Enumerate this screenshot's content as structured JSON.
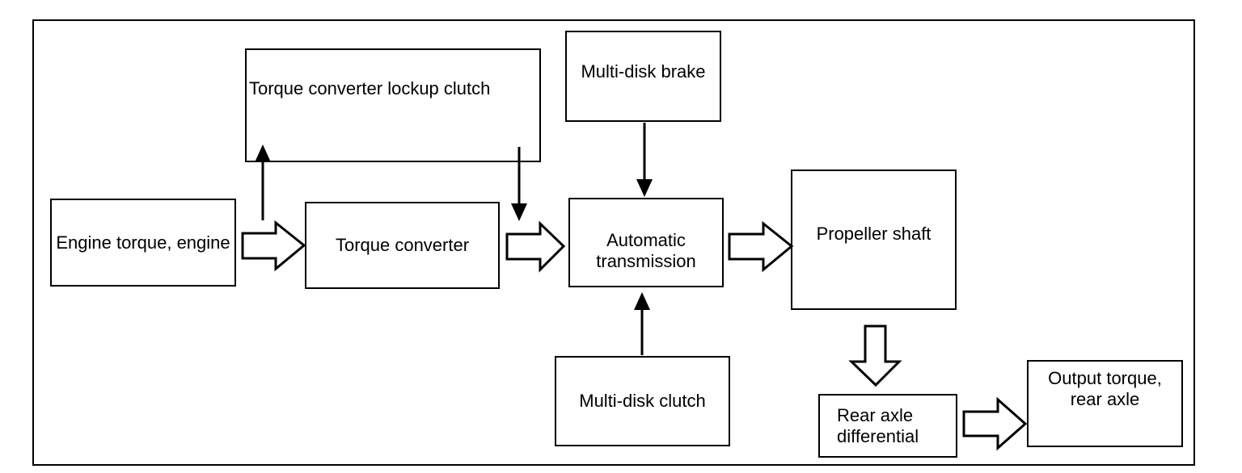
{
  "diagram": {
    "title": "Automatic transmission drivetrain torque-flow block diagram",
    "colors": {
      "stroke": "#000000",
      "background": "#ffffff",
      "text": "#000000"
    },
    "nodes": {
      "engine": {
        "label": "Engine torque, engine"
      },
      "lockup_clutch": {
        "label": "Torque converter lockup clutch"
      },
      "torque_converter": {
        "label": "Torque converter"
      },
      "multi_disk_brake": {
        "label": "Multi-disk brake"
      },
      "transmission": {
        "line1": "Automatic",
        "line2": "transmission"
      },
      "multi_disk_clutch": {
        "label": "Multi-disk clutch"
      },
      "propeller_shaft": {
        "label": "Propeller shaft"
      },
      "rear_axle_diff": {
        "line1": "Rear axle",
        "line2": "differential"
      },
      "output": {
        "line1": "Output torque,",
        "line2": "rear axle"
      }
    },
    "connections": [
      {
        "from": "engine",
        "to": "torque_converter",
        "style": "block-arrow",
        "direction": "right"
      },
      {
        "from": "engine-output",
        "to": "lockup_clutch",
        "style": "thin-arrow",
        "direction": "up"
      },
      {
        "from": "lockup_clutch",
        "to": "torque_converter-output",
        "style": "thin-arrow",
        "direction": "down"
      },
      {
        "from": "torque_converter",
        "to": "transmission",
        "style": "block-arrow",
        "direction": "right"
      },
      {
        "from": "multi_disk_brake",
        "to": "transmission",
        "style": "thin-arrow",
        "direction": "down"
      },
      {
        "from": "multi_disk_clutch",
        "to": "transmission",
        "style": "thin-arrow",
        "direction": "up"
      },
      {
        "from": "transmission",
        "to": "propeller_shaft",
        "style": "block-arrow",
        "direction": "right"
      },
      {
        "from": "propeller_shaft",
        "to": "rear_axle_diff",
        "style": "block-arrow",
        "direction": "down"
      },
      {
        "from": "rear_axle_diff",
        "to": "output",
        "style": "block-arrow",
        "direction": "right"
      }
    ]
  }
}
